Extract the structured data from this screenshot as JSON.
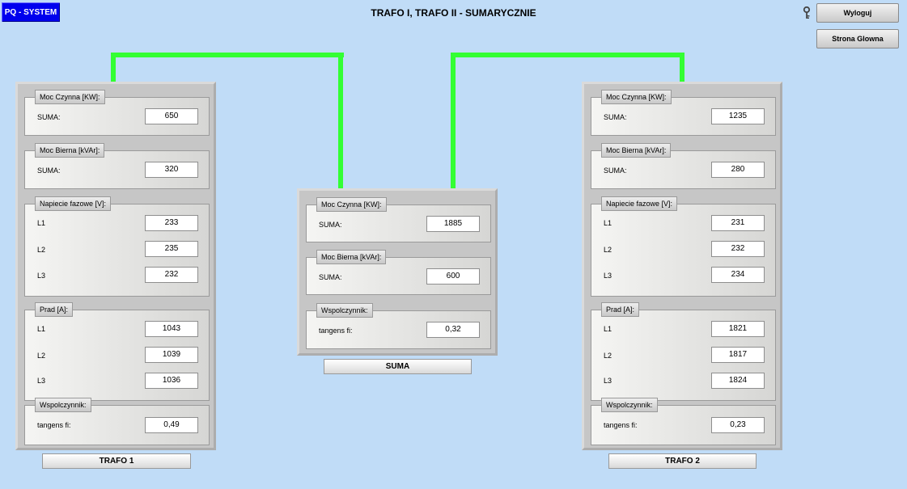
{
  "app": {
    "logo": "PQ - SYSTEM",
    "title": "TRAFO I, TRAFO II - SUMARYCZNIE"
  },
  "header": {
    "logout_label": "Wyloguj",
    "home_label": "Strona Glowna",
    "key_icon": "key-icon"
  },
  "trafo1": {
    "caption": "TRAFO 1",
    "moc_czynna": {
      "label": "Moc Czynna [KW]:",
      "suma_label": "SUMA:",
      "suma": "650"
    },
    "moc_bierna": {
      "label": "Moc Bierna [kVAr]:",
      "suma_label": "SUMA:",
      "suma": "320"
    },
    "napiecie": {
      "label": "Napiecie fazowe [V]:",
      "l1_label": "L1",
      "l1": "233",
      "l2_label": "L2",
      "l2": "235",
      "l3_label": "L3",
      "l3": "232"
    },
    "prad": {
      "label": "Prad [A]:",
      "l1_label": "L1",
      "l1": "1043",
      "l2_label": "L2",
      "l2": "1039",
      "l3_label": "L3",
      "l3": "1036"
    },
    "wspolczynnik": {
      "label": "Wspolczynnik:",
      "tg_label": "tangens fi:",
      "tg": "0,49"
    }
  },
  "trafo2": {
    "caption": "TRAFO 2",
    "moc_czynna": {
      "label": "Moc Czynna [KW]:",
      "suma_label": "SUMA:",
      "suma": "1235"
    },
    "moc_bierna": {
      "label": "Moc Bierna [kVAr]:",
      "suma_label": "SUMA:",
      "suma": "280"
    },
    "napiecie": {
      "label": "Napiecie fazowe [V]:",
      "l1_label": "L1",
      "l1": "231",
      "l2_label": "L2",
      "l2": "232",
      "l3_label": "L3",
      "l3": "234"
    },
    "prad": {
      "label": "Prad [A]:",
      "l1_label": "L1",
      "l1": "1821",
      "l2_label": "L2",
      "l2": "1817",
      "l3_label": "L3",
      "l3": "1824"
    },
    "wspolczynnik": {
      "label": "Wspolczynnik:",
      "tg_label": "tangens fi:",
      "tg": "0,23"
    }
  },
  "suma": {
    "caption": "SUMA",
    "moc_czynna": {
      "label": "Moc Czynna [KW]:",
      "suma_label": "SUMA:",
      "suma": "1885"
    },
    "moc_bierna": {
      "label": "Moc Bierna [kVAr]:",
      "suma_label": "SUMA:",
      "suma": "600"
    },
    "wspolczynnik": {
      "label": "Wspolczynnik:",
      "tg_label": "tangens fi:",
      "tg": "0,32"
    }
  },
  "colors": {
    "background": "#c0dcf7",
    "connector": "#33ff33",
    "logo_bg": "#0000ee"
  }
}
